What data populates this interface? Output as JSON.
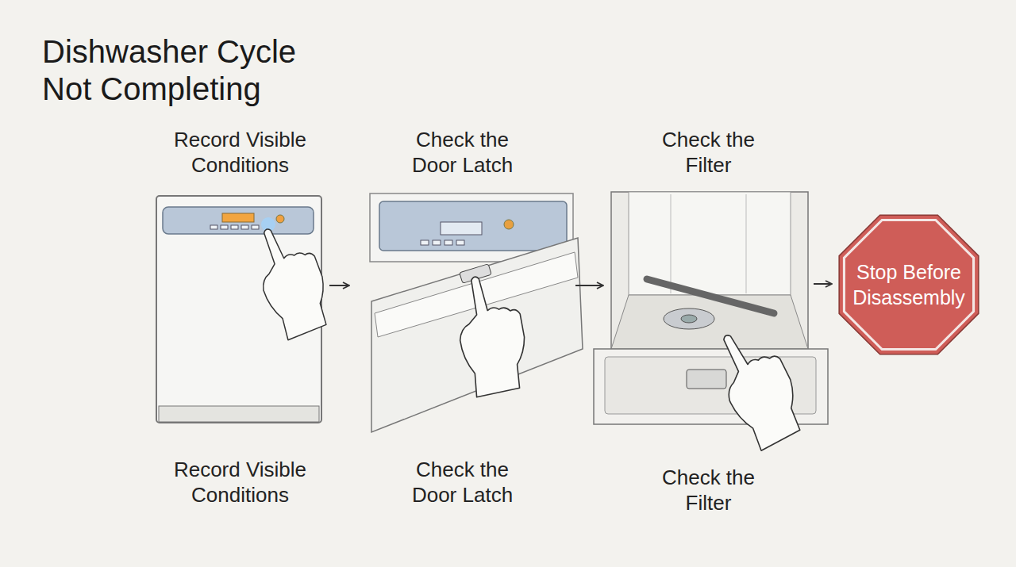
{
  "diagram": {
    "title": "Dishwasher Cycle Not Completing",
    "nodes": [
      {
        "text": [
          "Record Visible Conditions",
          "Record Visible Conditions"
        ]
      },
      {
        "text": [
          "Check the Door Latch",
          "Check the Door Latch"
        ]
      },
      {
        "text": [
          "Check the Filter",
          "Check the Filter"
        ]
      },
      {
        "text": [
          "Stop Before Disassembly"
        ]
      }
    ],
    "edges": [
      {
        "from": 0,
        "to": 1,
        "arrow": "to"
      },
      {
        "from": 1,
        "to": 2,
        "arrow": "to"
      },
      {
        "from": 2,
        "to": 3,
        "arrow": "to"
      }
    ]
  }
}
